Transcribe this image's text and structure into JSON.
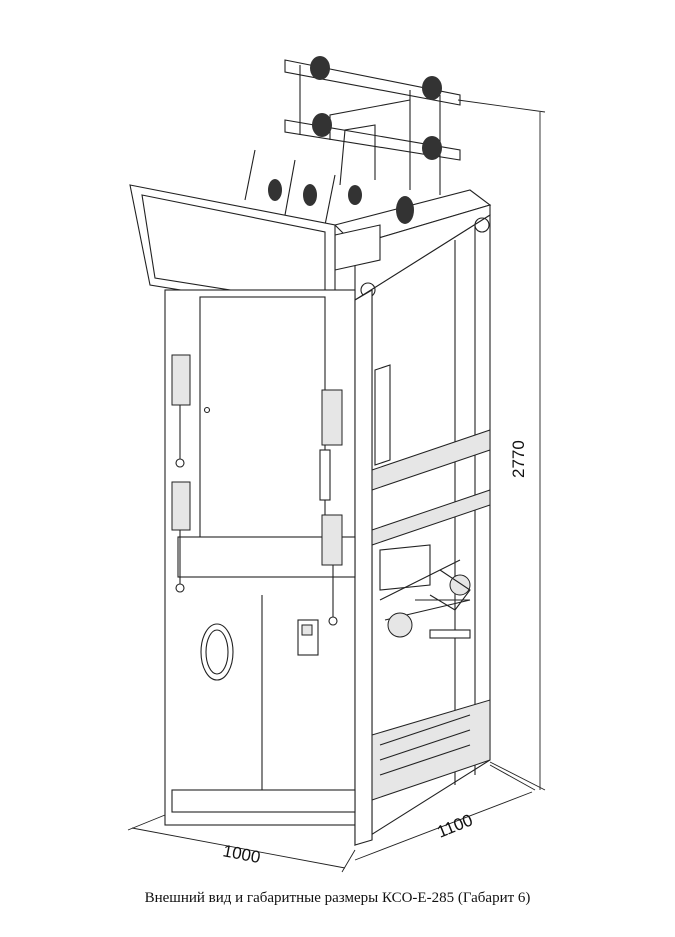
{
  "caption": "Внешний вид и габаритные размеры КСО-Е-285 (Габарит 6)",
  "dimensions": {
    "height": "2770",
    "width": "1000",
    "depth": "1100"
  }
}
